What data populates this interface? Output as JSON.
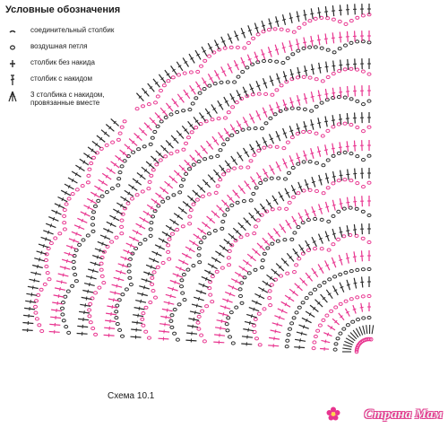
{
  "legend": {
    "title": "Условные обозначения",
    "items": [
      {
        "symbol": "slip-stitch",
        "label": "соединительный столбик"
      },
      {
        "symbol": "chain",
        "label": "воздушная петля"
      },
      {
        "symbol": "single-crochet",
        "label": "столбик без накида"
      },
      {
        "symbol": "double-crochet",
        "label": "столбик с накидом"
      },
      {
        "symbol": "dc3tog",
        "label": "3 столбика с накидом, провязанные вместе"
      }
    ]
  },
  "caption": "Схема 10.1",
  "watermark": "Страна Мам",
  "colors": {
    "ink": "#2a2a2a",
    "pink": "#e8348f",
    "background": "#ffffff"
  }
}
